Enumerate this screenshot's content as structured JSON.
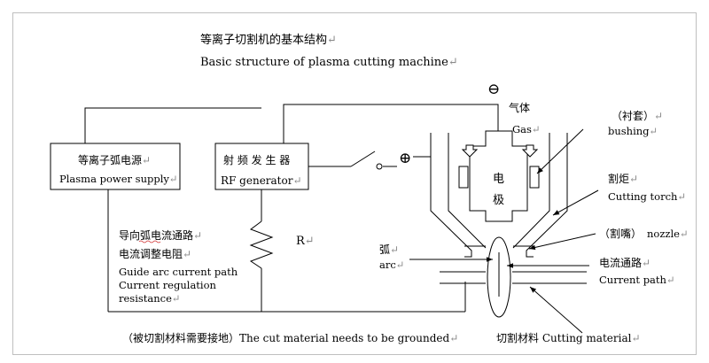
{
  "title_cn": "等离子切割机的基本结构",
  "title_en": "Basic structure of plasma cutting machine",
  "para_mark": "↵",
  "symbols": {
    "minus": "⊖",
    "plus": "⊕"
  },
  "power_supply": {
    "cn": "等离子弧电源",
    "en": "Plasma power supply"
  },
  "rf_generator": {
    "cn": "射 频 发 生 器",
    "en": "RF generator"
  },
  "resistor_label": "R",
  "guide_labels": {
    "cn1": "导向弧电流通路",
    "cn2": "电流调整电阻",
    "en1": "Guide arc current path",
    "en2": "Current regulation",
    "en3": "resistance"
  },
  "gas": {
    "cn": "气体",
    "en": "Gas"
  },
  "electrode": {
    "c1": "电",
    "c2": "极"
  },
  "bushing": {
    "cn": "（衬套）",
    "en": "bushing"
  },
  "torch": {
    "cn": "割炬",
    "en": "Cutting torch"
  },
  "nozzle": {
    "cn": "（割嘴）",
    "en": "nozzle"
  },
  "arc": {
    "cn": "弧",
    "en": "arc"
  },
  "current_path": {
    "cn": "电流通路",
    "en": "Current path"
  },
  "ground_note": "（被切割材料需要接地）The cut material needs to be grounded",
  "cutting_material": "切割材料 Cutting material",
  "colors": {
    "line": "#000000",
    "paragraph_mark": "#8a8a8a",
    "border": "#bfbfbf"
  }
}
